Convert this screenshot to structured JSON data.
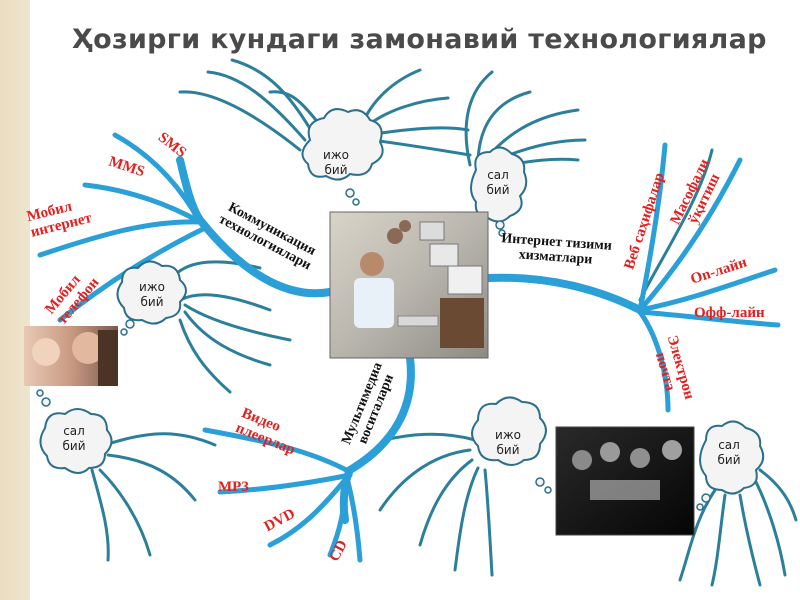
{
  "title": "Ҳозирги кундаги замонавий технологиялар",
  "colors": {
    "branch": "#2a9fd8",
    "twig": "#2c7f9a",
    "cloud_fill": "#f4f4f4",
    "cloud_stroke": "#2c6f8c",
    "red_text": "#e3201e"
  },
  "center": {
    "left_label": "Коммуникация технологиялари",
    "right_label": "Интернет тизими хизматлари",
    "bottom_label": "Мультимедиа воситалари"
  },
  "communication_items": {
    "sms": "SMS",
    "mms": "MMS",
    "mobile_internet": "Мобил интернет",
    "mobile_phone": "Мобил телефон"
  },
  "internet_items": {
    "web_pages": "Веб саҳифалар",
    "distance_learning": "Масофали ўқитиш",
    "online": "On-лайн",
    "offline": "Офф-лайн",
    "email": "Электрон почта"
  },
  "multimedia_items": {
    "video_players": "Видео плеерлар",
    "mp3": "MP3",
    "dvd": "DVD",
    "cd": "CD"
  },
  "clouds": {
    "positive": "ижо бий",
    "negative": "сал бий"
  }
}
